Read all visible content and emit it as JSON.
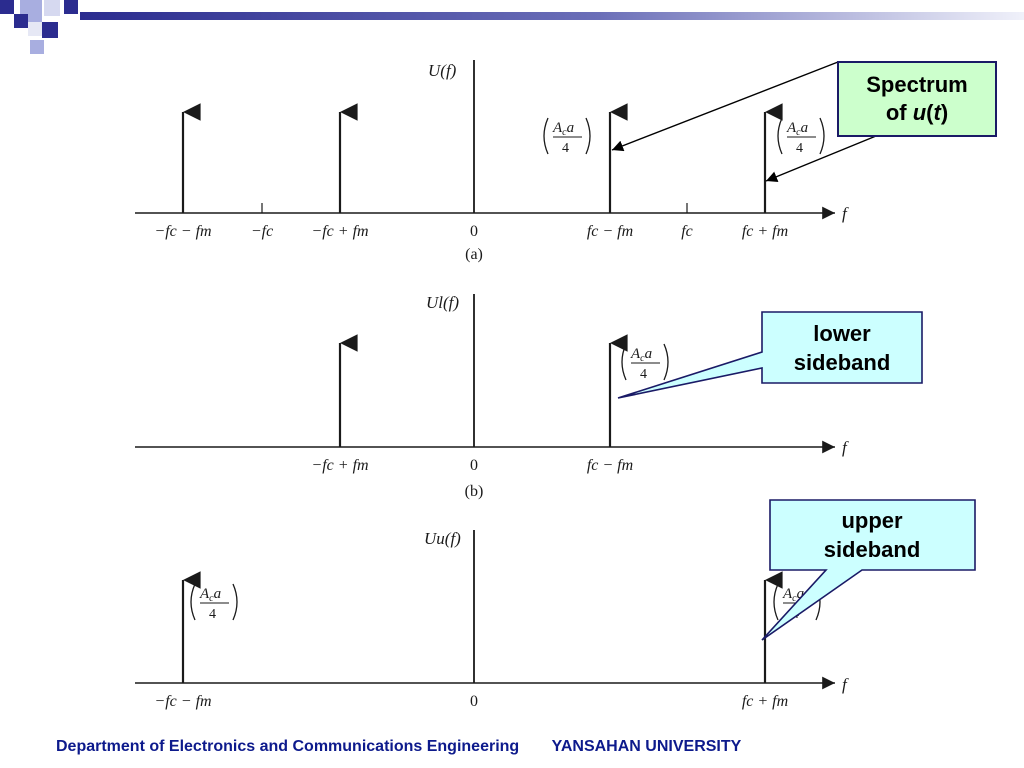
{
  "colors": {
    "deco_navy": "#2b2c8f",
    "deco_light": "#a8aee0",
    "line": "#1a1a1a",
    "callout_green_fill": "#ccffcc",
    "callout_cyan_fill": "#ccffff",
    "callout_border": "#1a1a66",
    "footer_text": "#0d1a8c"
  },
  "panels": [
    {
      "id": "a",
      "y_label": "U(f)",
      "caption": "(a)",
      "axis_symbol": "f",
      "ticks": [
        "−fc − fm",
        "−fc",
        "−fc + fm",
        "0",
        "fc − fm",
        "fc",
        "fc + fm"
      ],
      "amplitude_label": "Aca / 4"
    },
    {
      "id": "b",
      "y_label": "Ul(f)",
      "caption": "(b)",
      "axis_symbol": "f",
      "ticks": [
        "−fc + fm",
        "0",
        "fc − fm"
      ],
      "amplitude_label": "Aca / 4"
    },
    {
      "id": "c",
      "y_label": "Uu(f)",
      "caption": "",
      "axis_symbol": "f",
      "ticks": [
        "−fc − fm",
        "0",
        "fc + fm"
      ],
      "amplitude_label": "Aca / 4"
    }
  ],
  "callouts": {
    "spectrum": {
      "line1": "Spectrum",
      "line2_prefix": "of ",
      "line2_var1": "u",
      "line2_paren_open": "(",
      "line2_var2": "t",
      "line2_paren_close": ")"
    },
    "lower": {
      "line1": "lower",
      "line2": "sideband"
    },
    "upper": {
      "line1": "upper",
      "line2": "sideband"
    }
  },
  "footer": {
    "department": "Department of Electronics and Communications Engineering",
    "university": "YANSAHAN UNIVERSITY"
  }
}
